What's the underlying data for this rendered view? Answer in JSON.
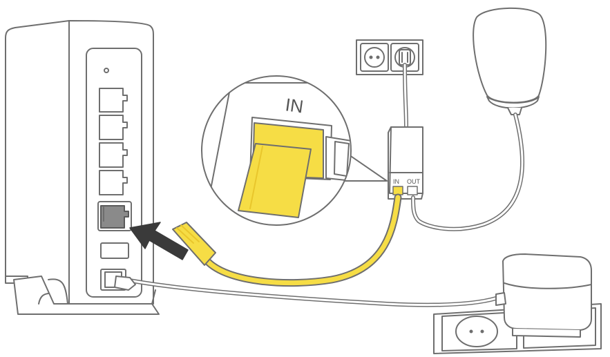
{
  "zoom_label": "IN",
  "injector": {
    "in_label": "IN",
    "out_label": "OUT"
  },
  "colors": {
    "cable_yellow": "#f6dd45",
    "cable_yellow_dark": "#e9c62c",
    "stroke": "#6e6e6e",
    "port_active": "#8a8a8a",
    "arrow": "#3a3a3a",
    "background": "#ffffff"
  },
  "icons": {
    "router": "router-device",
    "injector": "poe-injector",
    "antenna": "outdoor-unit",
    "wall_socket": "wall-outlet",
    "power_adapter": "power-plug",
    "arrow": "insert-arrow",
    "zoom": "magnifier-callout"
  }
}
